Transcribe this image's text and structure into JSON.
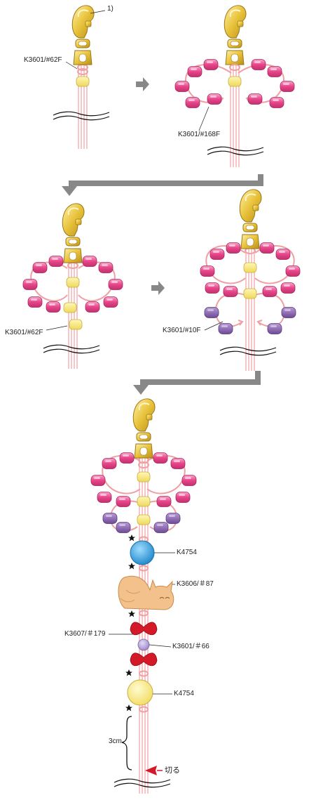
{
  "step_marker": "1)",
  "labels": {
    "bead_62f_step1": "K3601/#62F",
    "bead_168f": "K3601/#168F",
    "bead_62f_step3": "K3601/#62F",
    "bead_10f": "K3601/#10F",
    "blue_bead": "K4754",
    "cat_charm": "K3606/＃87",
    "red_bead": "K3607/＃179",
    "lavender_bead": "K3601/＃66",
    "yellow_bead": "K4754",
    "tail_length": "3cm",
    "cut_label": "切る"
  },
  "colors": {
    "cord": "#f0a0a4",
    "gold": "#e8c23a",
    "pink_bead": "#e8458a",
    "yellow_bead": "#f6e67a",
    "purple_bead": "#8c66b0",
    "blue_bead": "#3aa6de",
    "cat": "#f3c28c",
    "red_bead": "#d41a28",
    "lavender_bead": "#b9a4d9",
    "arrow": "#888888"
  },
  "icons": [
    "lobster-clasp-icon",
    "star-icon",
    "cut-arrow-icon",
    "brace-icon",
    "step-arrow-icon"
  ]
}
